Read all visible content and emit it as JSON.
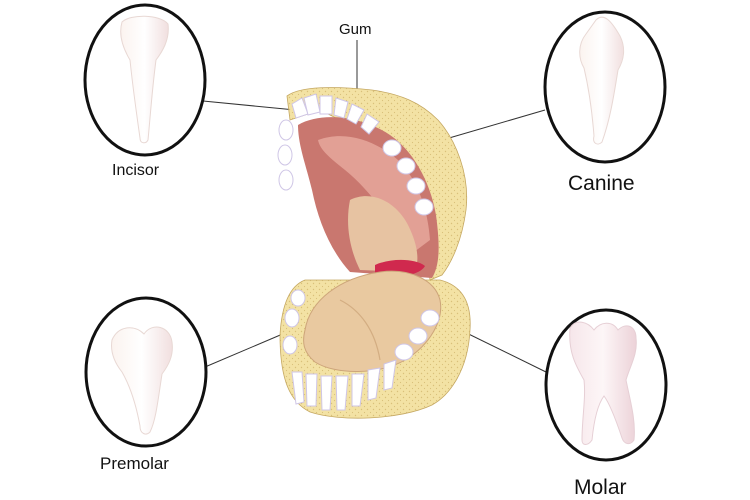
{
  "labels": {
    "gum": "Gum",
    "incisor": "Incisor",
    "canine": "Canine",
    "premolar": "Premolar",
    "molar": "Molar"
  },
  "colors": {
    "gum_flesh": "#f3e2a4",
    "gum_dots": "#d9c07a",
    "palate": "#c9776f",
    "palate_light": "#e6a79c",
    "tongue": "#e9c9a0",
    "throat": "#d0294e",
    "tooth_white": "#ffffff",
    "tooth_shadow": "#d8d2ea",
    "circle_stroke": "#111111",
    "leader_line": "#333333"
  }
}
